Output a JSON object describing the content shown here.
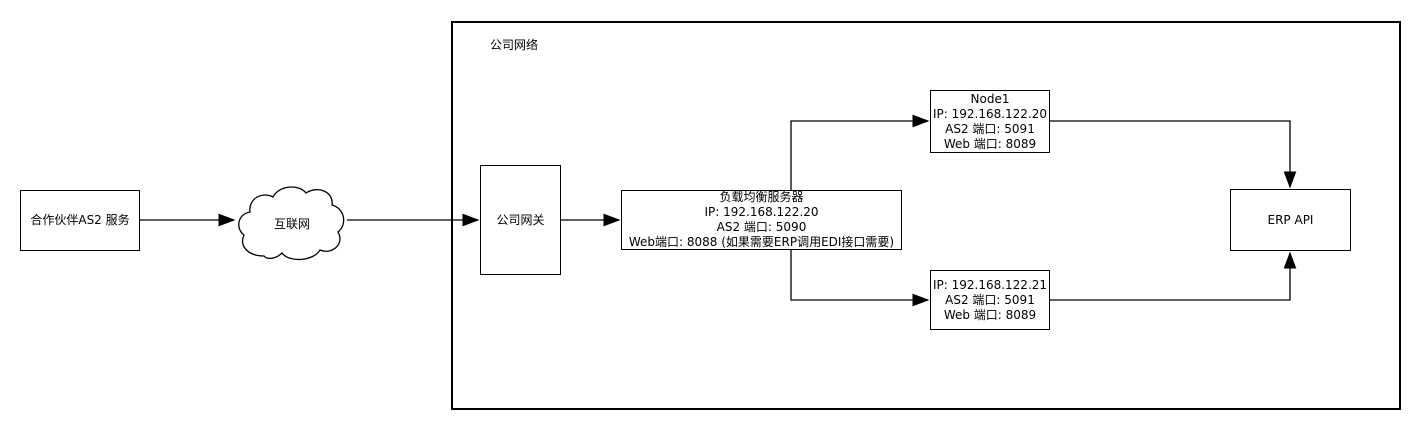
{
  "diagram": {
    "type": "network-architecture-flowchart",
    "colors": {
      "background": "#ffffff",
      "stroke": "#000000",
      "node_fill": "#ffffff",
      "text": "#000000"
    },
    "container": {
      "label": "公司网络"
    },
    "nodes": {
      "partner": {
        "label": "合作伙伴AS2 服务"
      },
      "internet": {
        "label": "互联网",
        "shape": "cloud"
      },
      "gateway": {
        "label": "公司网关"
      },
      "load_balancer": {
        "lines": [
          "负载均衡服务器",
          "IP: 192.168.122.20",
          "AS2 端口: 5090",
          "Web端口: 8088  (如果需要ERP调用EDI接口需要)"
        ]
      },
      "node1": {
        "lines": [
          "Node1",
          "IP: 192.168.122.20",
          "AS2 端口: 5091",
          "Web 端口: 8089"
        ]
      },
      "node2": {
        "lines": [
          "IP: 192.168.122.21",
          "AS2 端口: 5091",
          "Web 端口: 8089"
        ]
      },
      "erp_api": {
        "label": "ERP API"
      }
    },
    "connections": [
      {
        "from": "partner",
        "to": "internet"
      },
      {
        "from": "internet",
        "to": "gateway"
      },
      {
        "from": "gateway",
        "to": "load_balancer"
      },
      {
        "from": "load_balancer",
        "to": "node1"
      },
      {
        "from": "load_balancer",
        "to": "node2"
      },
      {
        "from": "node1",
        "to": "erp_api"
      },
      {
        "from": "node2",
        "to": "erp_api"
      }
    ]
  }
}
